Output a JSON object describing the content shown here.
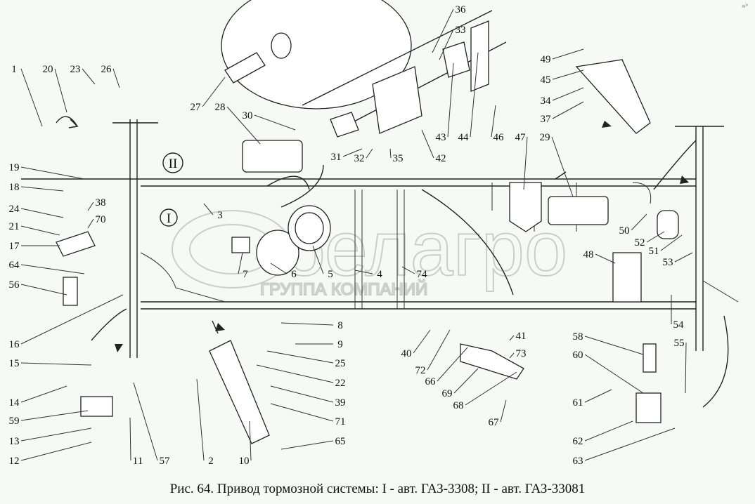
{
  "figure": {
    "caption": "Рис. 64. Привод тормозной системы: I - авт. ГАЗ-3308; II - авт. ГАЗ-33081",
    "variant_labels": [
      "I",
      "II"
    ],
    "watermark": {
      "main": "белагро",
      "sub": "ГРУППА КОМПАНИЙ"
    },
    "corner_mark": "≈°",
    "part_labels": [
      "1",
      "20",
      "23",
      "26",
      "27",
      "28",
      "30",
      "36",
      "33",
      "31",
      "32",
      "35",
      "42",
      "43",
      "44",
      "46",
      "47",
      "29",
      "49",
      "45",
      "34",
      "37",
      "19",
      "18",
      "24",
      "38",
      "21",
      "70",
      "17",
      "64",
      "56",
      "16",
      "15",
      "14",
      "59",
      "13",
      "12",
      "11",
      "57",
      "2",
      "10",
      "65",
      "71",
      "39",
      "22",
      "25",
      "9",
      "8",
      "3",
      "7",
      "6",
      "5",
      "4",
      "74",
      "50",
      "52",
      "51",
      "53",
      "48",
      "54",
      "58",
      "55",
      "60",
      "61",
      "62",
      "63",
      "40",
      "72",
      "66",
      "69",
      "68",
      "67",
      "41",
      "73"
    ]
  }
}
